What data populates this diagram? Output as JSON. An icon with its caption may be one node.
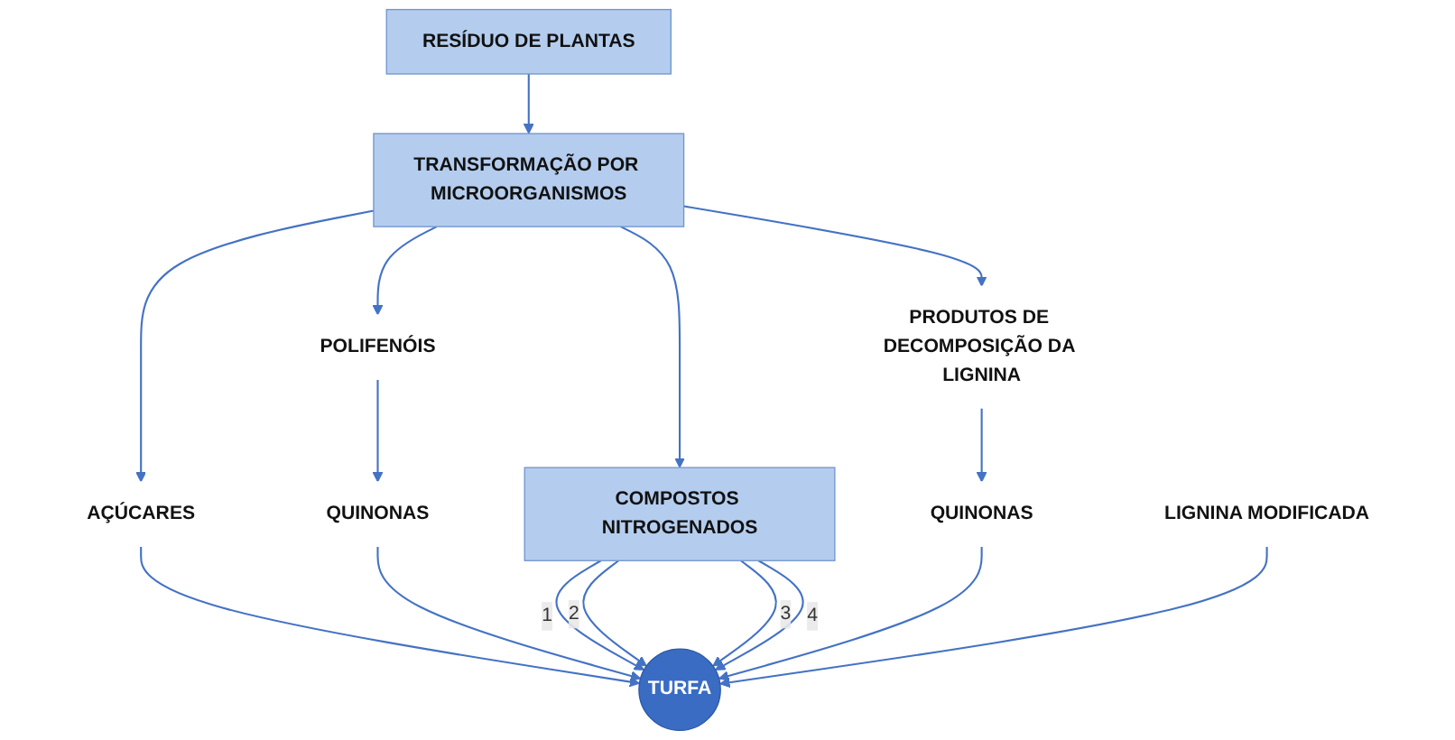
{
  "diagram": {
    "nodes": [
      {
        "text": [
          "RESÍDUO DE PLANTAS"
        ]
      },
      {
        "text": [
          "TRANSFORMAÇÃO POR MICROORGANISMOS"
        ]
      },
      {
        "text": [
          "AÇÚCARES"
        ]
      },
      {
        "text": [
          "POLIFENÓIS"
        ]
      },
      {
        "text": [
          "COMPOSTOS NITROGENADOS"
        ]
      },
      {
        "text": [
          "PRODUTOS DE DECOMPOSIÇÃO DA LIGNINA"
        ]
      },
      {
        "text": [
          "QUINONAS"
        ]
      },
      {
        "text": [
          "QUINONAS"
        ]
      },
      {
        "text": [
          "LIGNINA MODIFICADA"
        ]
      },
      {
        "text": [
          "TURFA"
        ]
      }
    ],
    "edges": [
      {
        "from": 0,
        "to": 1,
        "arrow": "to"
      },
      {
        "from": 1,
        "to": 2,
        "arrow": "to"
      },
      {
        "from": 1,
        "to": 3,
        "arrow": "to"
      },
      {
        "from": 1,
        "to": 4,
        "arrow": "to"
      },
      {
        "from": 1,
        "to": 5,
        "arrow": "to"
      },
      {
        "from": 3,
        "to": 6,
        "arrow": "to"
      },
      {
        "from": 5,
        "to": 7,
        "arrow": "to"
      },
      {
        "from": 2,
        "to": 9,
        "arrow": "to"
      },
      {
        "from": 6,
        "to": 9,
        "arrow": "to"
      },
      {
        "from": 4,
        "to": 9,
        "arrow": "to",
        "label": "1"
      },
      {
        "from": 4,
        "to": 9,
        "arrow": "to",
        "label": "2"
      },
      {
        "from": 4,
        "to": 9,
        "arrow": "to",
        "label": "3"
      },
      {
        "from": 4,
        "to": 9,
        "arrow": "to",
        "label": "4"
      },
      {
        "from": 7,
        "to": 9,
        "arrow": "to"
      },
      {
        "from": 8,
        "to": 9,
        "arrow": "to"
      }
    ]
  }
}
